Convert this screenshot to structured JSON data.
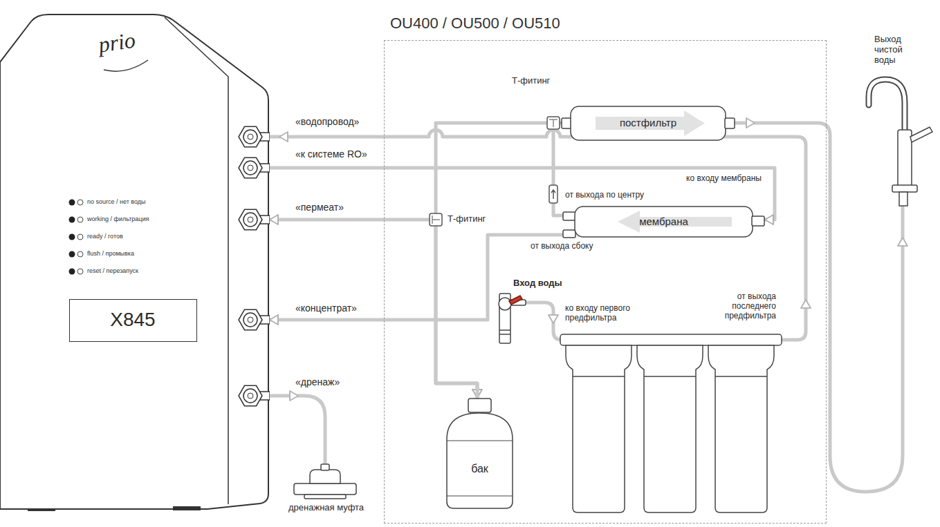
{
  "diagram": {
    "nodes": [
      {
        "text": [
          "prio",
          "no source / нет воды",
          "working / фильтрация",
          "ready / готов",
          "flush / промывка",
          "reset / перезапуск"
        ]
      },
      {
        "text": [
          "X845"
        ],
        "in": 0
      },
      {
        "text": [
          "OU400 / OU500 / OU510"
        ]
      },
      {
        "text": [
          "постфильтр"
        ],
        "in": 2
      },
      {
        "text": [
          "мембрана"
        ],
        "in": 2
      },
      {
        "text": [
          "бак"
        ],
        "in": 2
      }
    ],
    "edges": [
      {
        "from": 0,
        "to": 4,
        "label": "«к системе RO»",
        "arrow": "to"
      },
      {
        "from": 4,
        "to": 0,
        "label": "«концентрат»",
        "arrow": "to"
      },
      {
        "from": 4,
        "to": 3,
        "arrow": "to"
      },
      {
        "from": 5,
        "to": 3,
        "arrow": "both"
      },
      {
        "from": 5,
        "to": 0,
        "label": "«пермеат»",
        "arrow": "to"
      }
    ],
    "labels": [
      "«водопровод»",
      "«дренаж»",
      "Т-фитинг",
      "Т-фитинг",
      "ко входу мембраны",
      "от выхода по центру",
      "от выхода сбоку",
      "Вход воды",
      "ко входу первого предфильтра",
      "от выхода последнего предфильтра",
      "Выход чистой воды",
      "дренажная муфта"
    ]
  }
}
